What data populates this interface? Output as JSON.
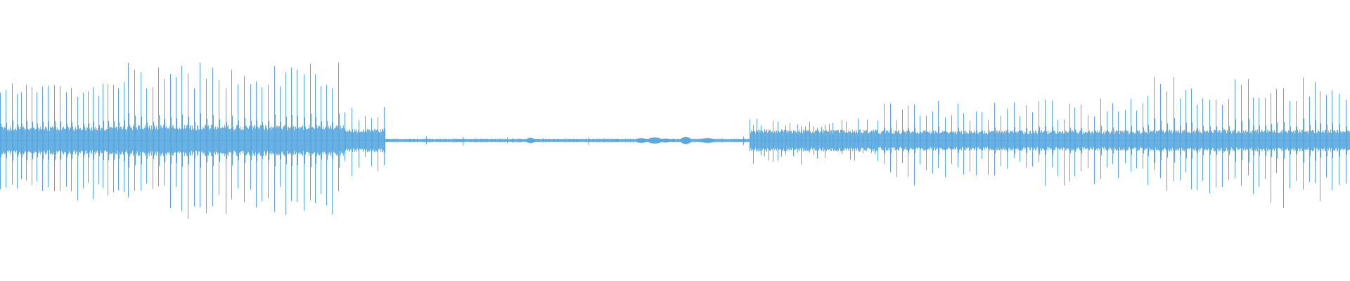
{
  "waveform": {
    "color": "#5aa8e0",
    "background": "#ffffff",
    "centerline_fraction": 0.5,
    "peak_amplitude_fraction": 0.28,
    "segments": [
      {
        "from": 0.0,
        "to": 0.095,
        "pulse_every": 0.004,
        "pulse_amp": [
          0.55,
          0.75
        ],
        "body_amp": 0.12,
        "noise_amp": 0.06
      },
      {
        "from": 0.095,
        "to": 0.255,
        "pulse_every": 0.0045,
        "pulse_amp": [
          0.65,
          1.0
        ],
        "body_amp": 0.13,
        "noise_amp": 0.07
      },
      {
        "from": 0.255,
        "to": 0.285,
        "pulse_every": 0.005,
        "pulse_amp": [
          0.25,
          0.55
        ],
        "body_amp": 0.1,
        "noise_amp": 0.05
      },
      {
        "from": 0.285,
        "to": 0.555,
        "pulse_every": 0.03,
        "pulse_amp": [
          0.02,
          0.06
        ],
        "body_amp": 0.015,
        "noise_amp": 0.008
      },
      {
        "from": 0.555,
        "to": 0.65,
        "pulse_every": 0.003,
        "pulse_amp": [
          0.1,
          0.28
        ],
        "body_amp": 0.09,
        "noise_amp": 0.05
      },
      {
        "from": 0.65,
        "to": 0.85,
        "pulse_every": 0.0045,
        "pulse_amp": [
          0.25,
          0.55
        ],
        "body_amp": 0.08,
        "noise_amp": 0.05
      },
      {
        "from": 0.85,
        "to": 1.0,
        "pulse_every": 0.0045,
        "pulse_amp": [
          0.45,
          0.82
        ],
        "body_amp": 0.09,
        "noise_amp": 0.05
      }
    ],
    "blobs": [
      {
        "at": 0.393,
        "amp": 0.035
      },
      {
        "at": 0.475,
        "amp": 0.03
      },
      {
        "at": 0.485,
        "amp": 0.04
      },
      {
        "at": 0.493,
        "amp": 0.025
      },
      {
        "at": 0.508,
        "amp": 0.045
      },
      {
        "at": 0.524,
        "amp": 0.03
      }
    ]
  }
}
